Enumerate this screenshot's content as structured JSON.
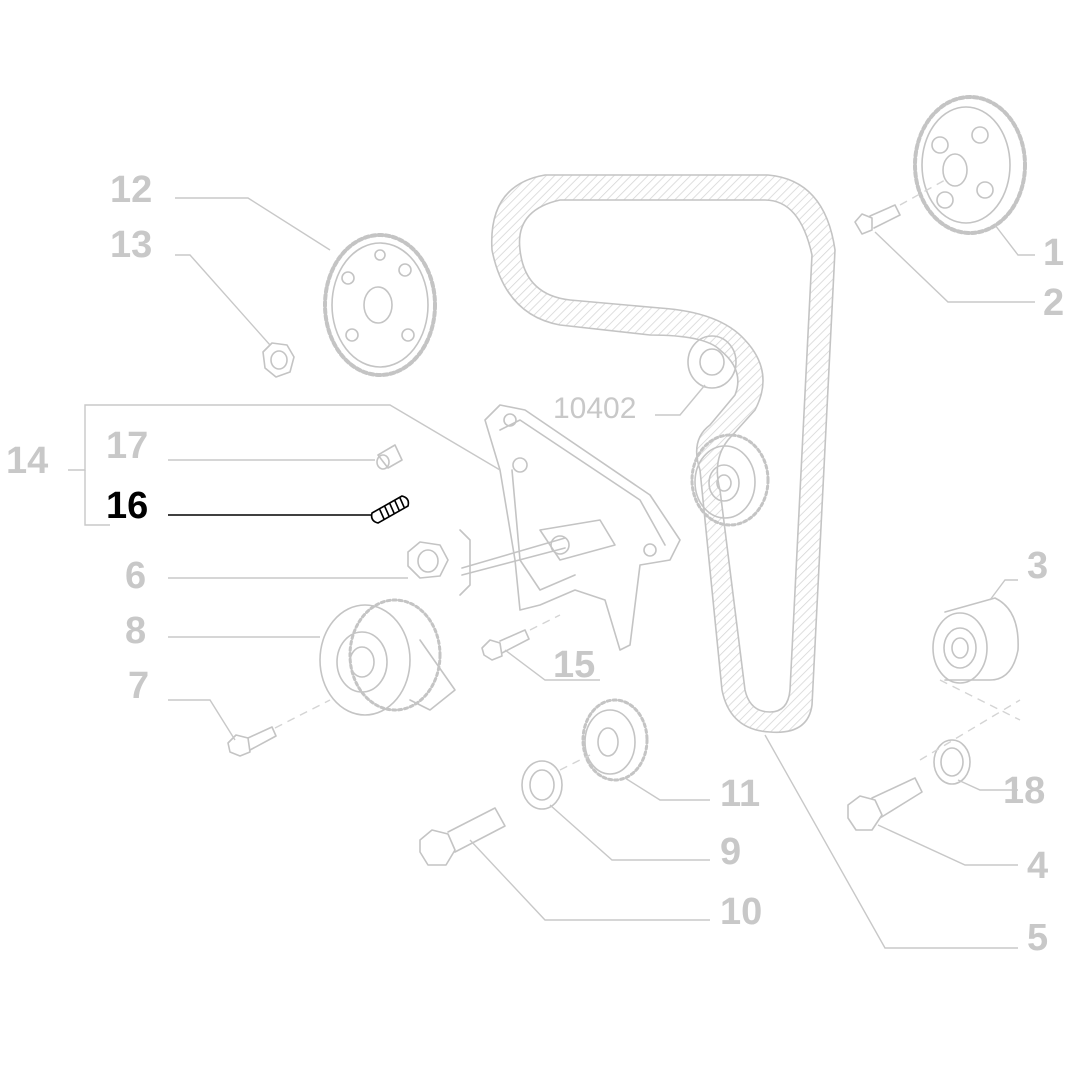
{
  "diagram": {
    "highlight_part": "16",
    "colors": {
      "muted": "#c8c8c8",
      "part_stroke": "#c4c4c4",
      "belt_hatch": "#d6d6d6",
      "highlight": "#000000"
    },
    "callouts": {
      "c1": "1",
      "c2": "2",
      "c3": "3",
      "c4": "4",
      "c5": "5",
      "c6": "6",
      "c7": "7",
      "c8": "8",
      "c9": "9",
      "c10": "10",
      "c11": "11",
      "c12": "12",
      "c13": "13",
      "c14": "14",
      "c15": "15",
      "c16": "16",
      "c17": "17",
      "c18": "18",
      "c10402": "10402"
    }
  }
}
